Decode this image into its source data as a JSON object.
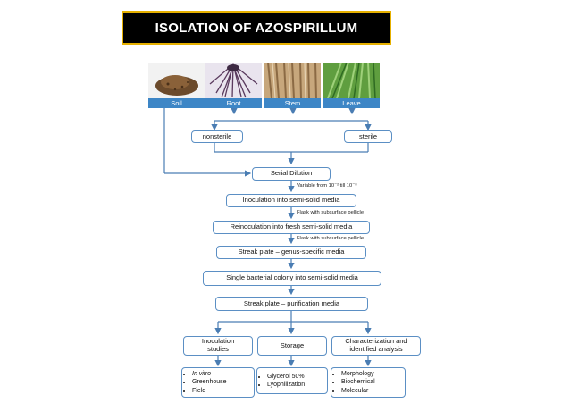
{
  "title": "ISOLATION OF AZOSPIRILLUM",
  "sources": [
    {
      "label": "Soil",
      "image": "soil-photo"
    },
    {
      "label": "Root",
      "image": "root-photo"
    },
    {
      "label": "Stem",
      "image": "stem-photo"
    },
    {
      "label": "Leave",
      "image": "leave-photo"
    }
  ],
  "treatment": {
    "nonsterile": "nonsterile",
    "sterile": "sterile"
  },
  "steps": {
    "serial_dilution": "Serial Dilution",
    "dilution_note": "Variable from 10⁻² till 10⁻⁸",
    "inoculation": "Inoculation into semi-solid media",
    "pellicle_note_1": "Flask with subsurface pellicle",
    "reinoculation": "Reinoculation into fresh semi-solid media",
    "pellicle_note_2": "Flask with subsurface pellicle",
    "streak_genus": "Streak plate – genus-specific media",
    "single_colony": "Single bacterial colony into semi-solid media",
    "streak_purification": "Streak plate – purification media"
  },
  "outcomes": [
    {
      "heading": "Inoculation studies",
      "items": [
        "In vitro",
        "Greenhouse",
        "Field"
      ]
    },
    {
      "heading": "Storage",
      "items": [
        "Glycerol 50%",
        "Lyophilization"
      ]
    },
    {
      "heading": "Characterization and identified analysis",
      "items": [
        "Morphology",
        "Biochemical",
        "Molecular"
      ]
    }
  ],
  "colors": {
    "box_border": "#5b8fc4",
    "arrow": "#4a7db3",
    "label_bar": "#3d86c6",
    "title_bg": "#000000",
    "title_border": "#e5b000"
  }
}
